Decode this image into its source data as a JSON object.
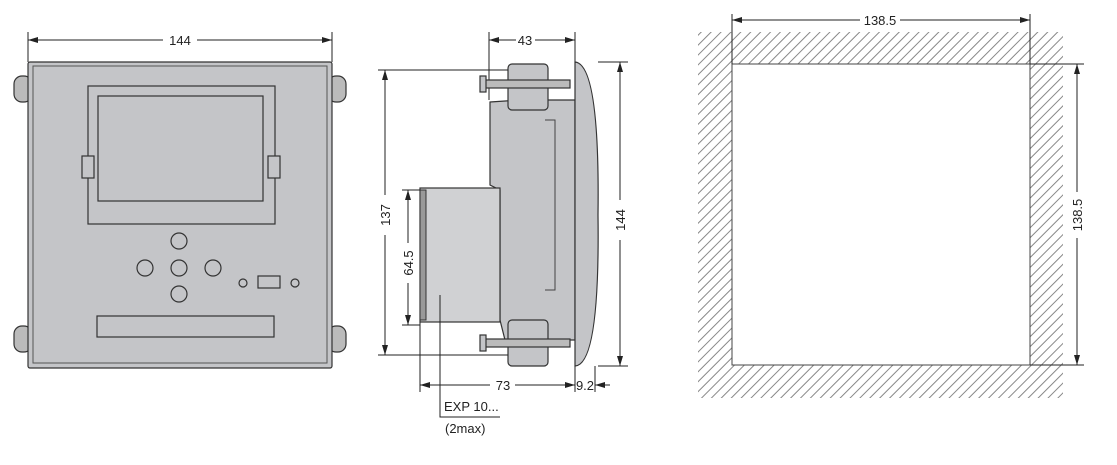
{
  "front_view": {
    "width_label": "144"
  },
  "side_view": {
    "depth_label": "43",
    "height_label": "137",
    "module_height_label": "64.5",
    "front_height_label": "144",
    "module_depth_label": "73",
    "bezel_depth_label": "9.2",
    "module_name": "EXP 10...",
    "module_note": "(2max)"
  },
  "cutout": {
    "width_label": "138.5",
    "height_label": "138.5"
  },
  "colors": {
    "body": "#c4c5c8",
    "module": "#d0d1d3",
    "hatch": "#888888"
  }
}
